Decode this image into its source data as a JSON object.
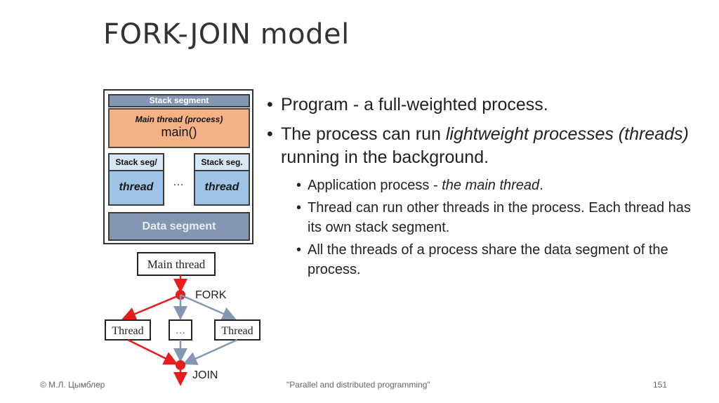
{
  "title": "FORK-JOIN model",
  "memory": {
    "stack_segment": "Stack segment",
    "main_thread_label": "Main thread (process)",
    "main_func": "main()",
    "thread_left_seg": "Stack seg/",
    "thread_right_seg": "Stack seg.",
    "thread_label": "thread",
    "ellipsis": "…",
    "data_segment": "Data segment"
  },
  "forkjoin": {
    "main_thread": "Main thread",
    "fork": "FORK",
    "join": "JOIN",
    "thread": "Thread",
    "ellipsis": "…",
    "colors": {
      "red": "#e81c1c",
      "gray": "#8497b0"
    }
  },
  "bullets": {
    "b1": "Program - a full-weighted process.",
    "b2_pre": "The process can run ",
    "b2_em": "lightweight processes (threads)",
    "b2_post": " running in the background.",
    "s1_pre": "Application process - ",
    "s1_em": "the main thread",
    "s1_post": ".",
    "s2": "Thread can run other threads in the process. Each thread has its own stack segment.",
    "s3": "All the threads of a process share the data segment of the process."
  },
  "footer": {
    "author": "© М.Л. Цымблер",
    "course": "\"Parallel and distributed programming\"",
    "page": "151"
  }
}
